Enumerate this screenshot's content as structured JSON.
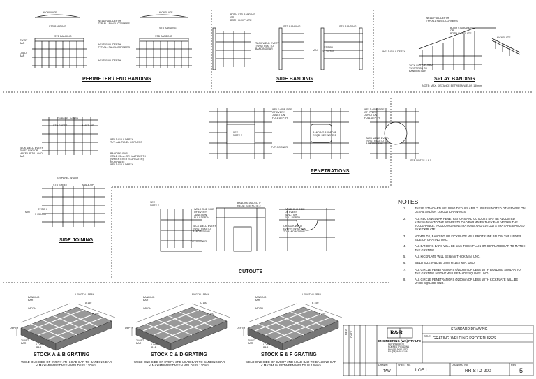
{
  "sections": {
    "perimeter": "PERIMETER / END BANDING",
    "side_banding": "SIDE BANDING",
    "splay": "SPLAY BANDING",
    "splay_note": "NOTE: MAX. DISTANCE BETWEEN WELDS 150mm",
    "penetrations": "PENETRATIONS",
    "side_joining": "SIDE JOINING",
    "cutouts": "CUTOUTS"
  },
  "labels": {
    "kickplate": "KICKPLATE",
    "std_banding": "STD BANDING",
    "weld_full_depth_corners": "WELD FULL DEPTH\nTYP. ALL PANEL CORNERS",
    "twist_bar": "TWIST\nBAR",
    "load_bar": "LOAD\nBAR",
    "weld_full_depth": "WELD FULL DEPTH",
    "both_std_banding": "BOTH STD BANDING\nOR\nBOTH KICKPLATE",
    "tack_weld_every": "TACK WELD EVERY\nTWIST ROD TO\nBANDING BAR",
    "stitch": "STITCH",
    "stitch_dims": "3 / 30-200",
    "min": "MIN",
    "gi_panel_width": "G/I PANEL WIDTH",
    "std_sheet": "STD SHEET",
    "make_up": "MAKE-UP",
    "tack_weld_load": "TACK WELD EVERY\nTWIST ROD OR\nMAKE-UP TO LOAD\nBAR",
    "banding_bar_note": "BANDING BAR:\nWELD 25mm OR HALF DEPTH\n(WHICH EVER IS GREATER)\nKICKPLATE:\nWELD FULL DEPTH",
    "weld_one_side": "WELD ONE SIDE\nOF EVERY\nJUNCTION\nFULL DEPTH",
    "see_note_2": "SEE\nNOTE 2",
    "banding_added": "BANDING ADDED IF\nREQD. SEE NOTE 2",
    "typ_corner": "TYP. CORNER",
    "see_notes_45": "SEE NOTES 4 & 5",
    "or_tack": "OR TACK WELD\nEVERY TWIST ROD\nTO BANDING BAR",
    "length_span": "LENGTH / SPAN",
    "width": "WIDTH",
    "depth": "DEPTH",
    "banding_bar": "BANDING\nBAR",
    "dim_a": "A 150",
    "dim_c": "C 150",
    "dim_e": "E 150",
    "dim_b": "B 150",
    "dim_d": "D 150",
    "dim_f": "F 150"
  },
  "stock": [
    {
      "title": "STOCK A & B GRATING",
      "desc": "WELD ONE SIDE OF EVERY 4TH LOAD BAR TO BANDING BAR\n≤ MAXIMUM BETWEEN WELDS IS 120mm"
    },
    {
      "title": "STOCK C & D GRATING",
      "desc": "WELD ONE SIDE OF EVERY 3RD LOAD BAR TO BANDING BAR\n≤ MAXIMUM BETWEEN WELDS IS 120mm"
    },
    {
      "title": "STOCK E & F GRATING",
      "desc": "WELD ONE SIDE OF EVERY 2ND LOAD BAR TO BANDING BAR\n≤ MAXIMUM BETWEEN WELDS IS 120mm"
    }
  ],
  "notes": {
    "title": "NOTES:",
    "items": [
      {
        "n": "1.",
        "t": "THESE STANDARD WELDING DETAILS APPLY UNLESS NOTED OTHERWISE ON DETAIL AND/OR LAYOUT DRAWINGS."
      },
      {
        "n": "2.",
        "t": "ALL RECTANGULAR PENETRATIONS AND CUTOUTS MAY BE ADJUSTED +25mm/-5mm TO THE NEAREST LOAD BAR WHEN THEY FALL WITHIN THE TOLLERANCE. INCLUDING PENETRATIONS AND CUTOUTS THAT ARE BANDED BY KICKPLATE."
      },
      {
        "n": "3.",
        "t": "NO WELDS, BANDING OR KICKPLATE WILL PROTRUDE BELOW THE UNDER SIDE OF GRATING UNO."
      },
      {
        "n": "4.",
        "t": "ALL BANDING BARS WILL BE 5mm THICK PLAIN OR SERRATED BAR TO MATCH THE GRATING."
      },
      {
        "n": "5.",
        "t": "ALL KICKPLATE WILL BE 6mm THICK MIN. UNO."
      },
      {
        "n": "6.",
        "t": "WELD SIZE WILL BE 3mm FILLET MIN. UNO."
      },
      {
        "n": "7.",
        "t": "ALL CIRCLE PENETRATIONS Ø100mm OR LESS WITH BANDING SIMILAR TO THE GRATING HEIGHT WILL BE MADE SQUARE UNO."
      },
      {
        "n": "8.",
        "t": "ALL CIRCLE PENETRATIONS Ø200mm OR LESS WITH KICKPLATE WILL BE MADE SQUARE UNO."
      }
    ]
  },
  "title_block": {
    "logo": "R&R",
    "company": "ENGINEERING (WA) PTY LTD",
    "address": "51E WEDGE ST\nFORRESTFIELD WA\nPH: (08) 9454 8122\nFX: (08) 9454 8166",
    "standard": "STANDARD DRAWING",
    "title_label": "TITLE",
    "title": "GRATING WELDING PROCEDURES",
    "drawn_label": "DRAWN",
    "drawn": "TAW",
    "sheet_label": "SHEET No.",
    "sheet": "1 OF 1",
    "drawing_label": "DRAWING No.",
    "drawing": "RR-STD-200",
    "rev_label": "REV.",
    "rev": "5",
    "rev_col": "REV",
    "date_col": "DATE"
  }
}
